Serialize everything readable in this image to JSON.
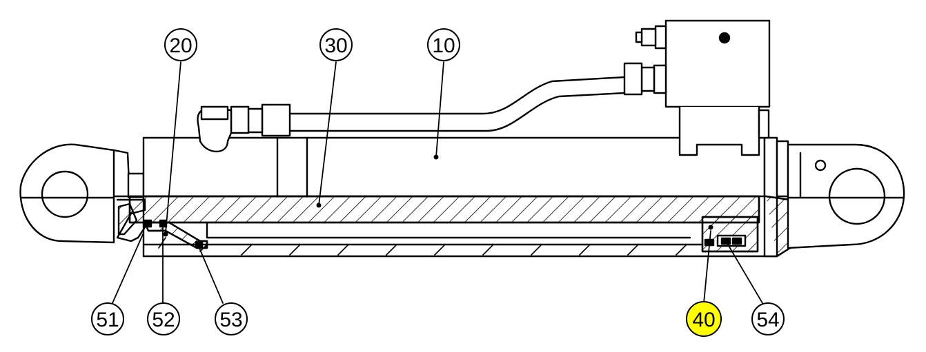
{
  "diagram": {
    "colors": {
      "line": "#000000",
      "background": "#ffffff",
      "highlight": "#ffff00"
    },
    "callouts": [
      {
        "id": "c20",
        "label": "20",
        "highlighted": false
      },
      {
        "id": "c30",
        "label": "30",
        "highlighted": false
      },
      {
        "id": "c10",
        "label": "10",
        "highlighted": false
      },
      {
        "id": "c51",
        "label": "51",
        "highlighted": false
      },
      {
        "id": "c52",
        "label": "52",
        "highlighted": false
      },
      {
        "id": "c53",
        "label": "53",
        "highlighted": false
      },
      {
        "id": "c40",
        "label": "40",
        "highlighted": true
      },
      {
        "id": "c54",
        "label": "54",
        "highlighted": false
      }
    ]
  }
}
